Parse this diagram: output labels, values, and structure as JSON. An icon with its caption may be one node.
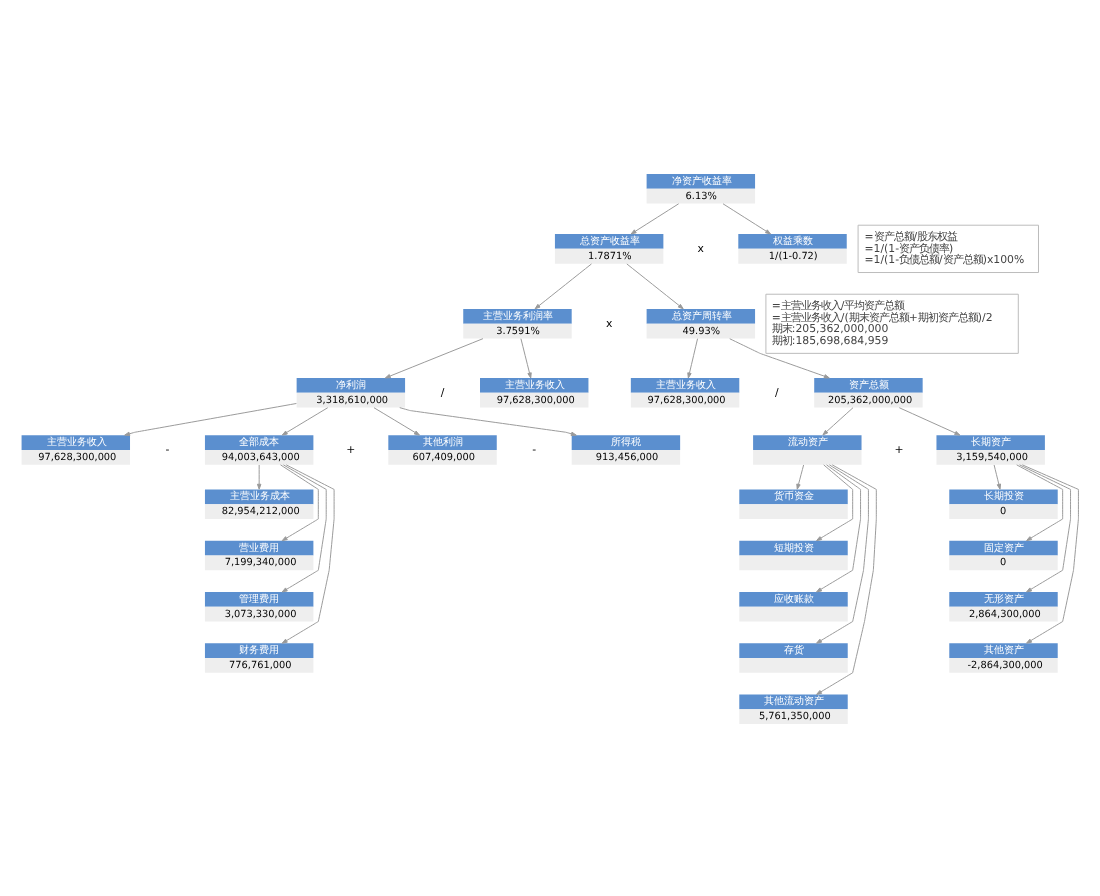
{
  "diagram": {
    "nodes": [
      {
        "text": [
          "净资产收益率",
          "6.13%"
        ]
      },
      {
        "text": [
          "总资产收益率",
          "1.7871%"
        ]
      },
      {
        "text": [
          "权益乘数",
          "1/(1-0.72)"
        ],
        "beside": [
          "=资产总额/股东权益",
          "=1/(1-资产负债率)",
          "=1/(1-负债总额/资产总额)x100%"
        ]
      },
      {
        "text": [
          "主营业务利润率",
          "3.7591%"
        ]
      },
      {
        "text": [
          "总资产周转率",
          "49.93%"
        ],
        "beside": [
          "=主营业务收入/平均资产总额",
          "=主营业务收入/(期末资产总额+期初资产总额)/2",
          "期末:205,362,000,000",
          "期初:185,698,684,959"
        ]
      },
      {
        "text": [
          "净利润",
          "3,318,610,000"
        ]
      },
      {
        "text": [
          "主营业务收入",
          "97,628,300,000"
        ]
      },
      {
        "text": [
          "主营业务收入",
          "97,628,300,000"
        ]
      },
      {
        "text": [
          "资产总额",
          "205,362,000,000"
        ]
      },
      {
        "text": [
          "主营业务收入",
          "97,628,300,000"
        ]
      },
      {
        "text": [
          "全部成本",
          "94,003,643,000"
        ]
      },
      {
        "text": [
          "其他利润",
          "607,409,000"
        ]
      },
      {
        "text": [
          "所得税",
          "913,456,000"
        ]
      },
      {
        "text": [
          "流动资产"
        ]
      },
      {
        "text": [
          "长期资产",
          "3,159,540,000"
        ]
      },
      {
        "text": [
          "主营业务成本",
          "82,954,212,000"
        ]
      },
      {
        "text": [
          "营业费用",
          "7,199,340,000"
        ]
      },
      {
        "text": [
          "管理费用",
          "3,073,330,000"
        ]
      },
      {
        "text": [
          "财务费用",
          "776,761,000"
        ]
      },
      {
        "text": [
          "货币资金"
        ]
      },
      {
        "text": [
          "短期投资"
        ]
      },
      {
        "text": [
          "应收账款"
        ]
      },
      {
        "text": [
          "存货"
        ]
      },
      {
        "text": [
          "其他流动资产",
          "5,761,350,000"
        ]
      },
      {
        "text": [
          "长期投资",
          "0"
        ]
      },
      {
        "text": [
          "固定资产",
          "0"
        ]
      },
      {
        "text": [
          "无形资产",
          "2,864,300,000"
        ]
      },
      {
        "text": [
          "其他资产",
          "-2,864,300,000"
        ]
      }
    ],
    "edges": [
      {
        "from": 0,
        "to": 1,
        "arrow": "to"
      },
      {
        "from": 0,
        "to": 2,
        "arrow": "to"
      },
      {
        "from": 1,
        "to": 3,
        "arrow": "to"
      },
      {
        "from": 1,
        "to": 4,
        "arrow": "to"
      },
      {
        "from": 3,
        "to": 5,
        "arrow": "to"
      },
      {
        "from": 3,
        "to": 6,
        "arrow": "to"
      },
      {
        "from": 4,
        "to": 7,
        "arrow": "to"
      },
      {
        "from": 4,
        "to": 8,
        "arrow": "to"
      },
      {
        "from": 5,
        "to": 9,
        "arrow": "to"
      },
      {
        "from": 5,
        "to": 10,
        "arrow": "to"
      },
      {
        "from": 5,
        "to": 11,
        "arrow": "to"
      },
      {
        "from": 5,
        "to": 12,
        "arrow": "to"
      },
      {
        "from": 8,
        "to": 13,
        "arrow": "to"
      },
      {
        "from": 8,
        "to": 14,
        "arrow": "to"
      },
      {
        "from": 10,
        "to": 15,
        "arrow": "to"
      },
      {
        "from": 10,
        "to": 16,
        "arrow": "to"
      },
      {
        "from": 10,
        "to": 17,
        "arrow": "to"
      },
      {
        "from": 10,
        "to": 18,
        "arrow": "to"
      },
      {
        "from": 13,
        "to": 19,
        "arrow": "to"
      },
      {
        "from": 13,
        "to": 20,
        "arrow": "to"
      },
      {
        "from": 13,
        "to": 21,
        "arrow": "to"
      },
      {
        "from": 13,
        "to": 22,
        "arrow": "to"
      },
      {
        "from": 13,
        "to": 23,
        "arrow": "to"
      },
      {
        "from": 14,
        "to": 24,
        "arrow": "to"
      },
      {
        "from": 14,
        "to": 25,
        "arrow": "to"
      },
      {
        "from": 14,
        "to": 26,
        "arrow": "to"
      },
      {
        "from": 14,
        "to": 27,
        "arrow": "to"
      }
    ],
    "labels": [
      "x",
      "x",
      "/",
      "/",
      "-",
      "+",
      "-",
      "+"
    ]
  }
}
